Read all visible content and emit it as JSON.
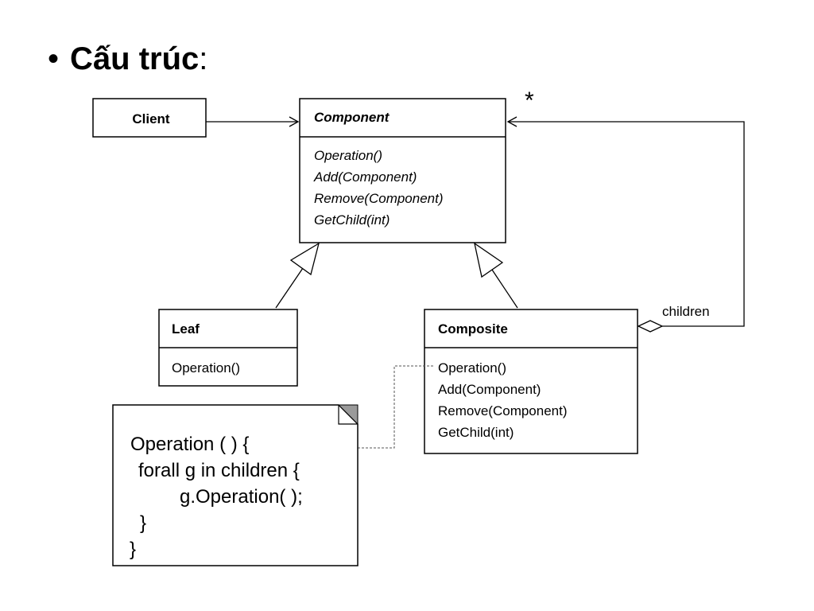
{
  "slide": {
    "bullet": "•",
    "title": "Cấu trúc",
    "title_suffix": ":"
  },
  "diagram": {
    "classes": {
      "client": {
        "name": "Client"
      },
      "component": {
        "name": "Component",
        "operations": [
          "Operation()",
          "Add(Component)",
          "Remove(Component)",
          "GetChild(int)"
        ]
      },
      "leaf": {
        "name": "Leaf",
        "operations": [
          "Operation()"
        ]
      },
      "composite": {
        "name": "Composite",
        "operations": [
          "Operation()",
          "Add(Component)",
          "Remove(Component)",
          "GetChild(int)"
        ]
      }
    },
    "multiplicity": "*",
    "association_label": "children",
    "note_lines": [
      "Operation ( ) {",
      "forall g in children {",
      "g.Operation( );",
      "}",
      "}"
    ]
  }
}
